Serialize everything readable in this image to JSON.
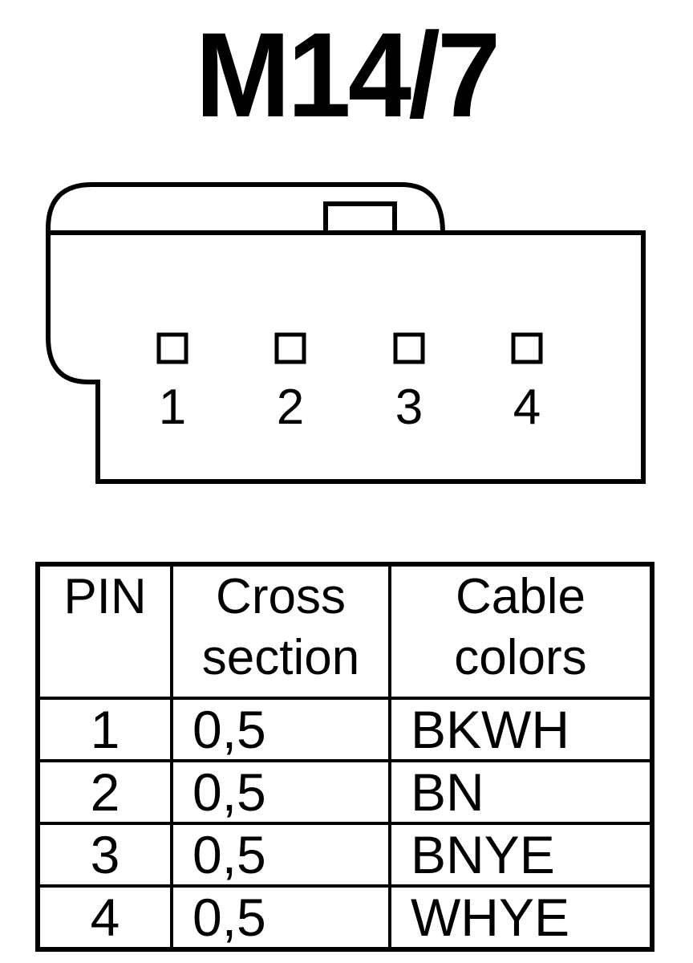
{
  "title": "M14/7",
  "connector": {
    "pins": [
      "1",
      "2",
      "3",
      "4"
    ]
  },
  "table": {
    "headers": {
      "pin": "PIN",
      "cross_section_line1": "Cross",
      "cross_section_line2": "section",
      "cable_colors_line1": "Cable",
      "cable_colors_line2": "colors"
    },
    "rows": [
      {
        "pin": "1",
        "cross_section": "0,5",
        "color": "BKWH"
      },
      {
        "pin": "2",
        "cross_section": "0,5",
        "color": "BN"
      },
      {
        "pin": "3",
        "cross_section": "0,5",
        "color": "BNYE"
      },
      {
        "pin": "4",
        "cross_section": "0,5",
        "color": "WHYE"
      }
    ]
  }
}
